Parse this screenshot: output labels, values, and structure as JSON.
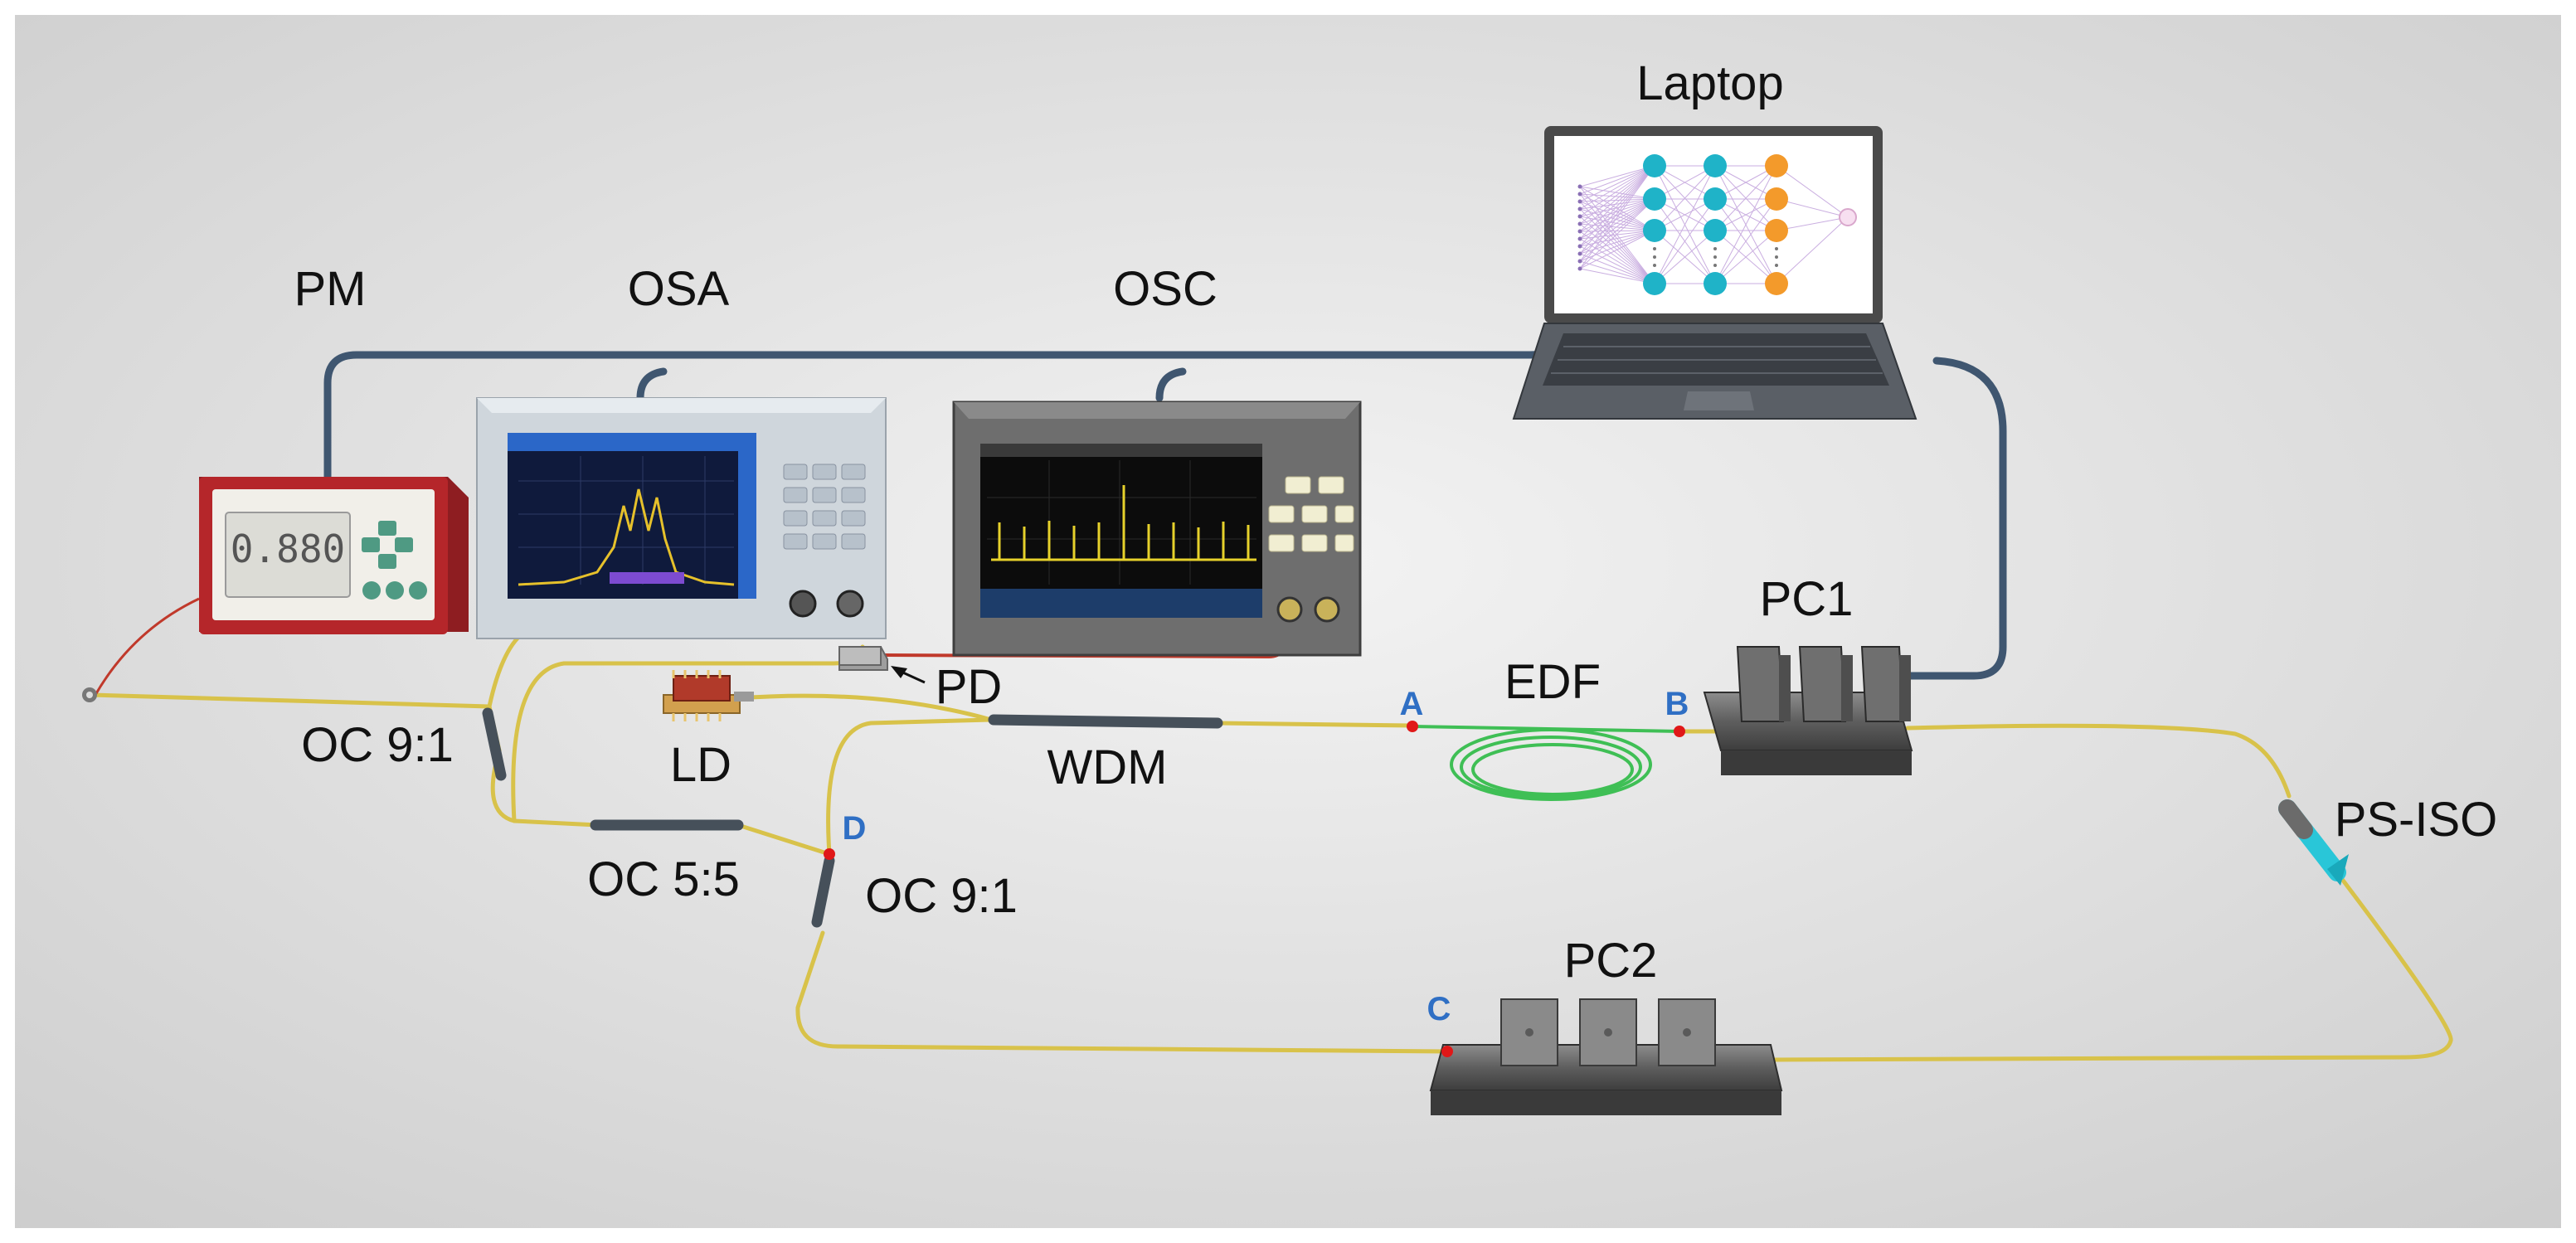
{
  "labels": {
    "pm": "PM",
    "osa": "OSA",
    "osc": "OSC",
    "laptop": "Laptop",
    "pd": "PD",
    "ld": "LD",
    "oc_9_1_left": "OC 9:1",
    "oc_5_5": "OC 5:5",
    "oc_9_1_right": "OC 9:1",
    "wdm": "WDM",
    "edf": "EDF",
    "pc1": "PC1",
    "pc2": "PC2",
    "ps_iso": "PS-ISO"
  },
  "points": {
    "a": "A",
    "b": "B",
    "c": "C",
    "d": "D"
  },
  "power_meter": {
    "reading": "0.880"
  },
  "colors": {
    "fiber": "#d8c24a",
    "edf_fiber": "#3fbf55",
    "data_cable": "#3f5670",
    "rf_cable": "#c0392b",
    "point_marker": "#e01818",
    "point_label": "#2f6fc4",
    "pm_body": "#b5262a",
    "isolator": "#29c6d8",
    "nn_input_layer": "#8a6fb5",
    "nn_hidden_layer": "#1fb3c8",
    "nn_output_layer": "#f39a2b"
  }
}
